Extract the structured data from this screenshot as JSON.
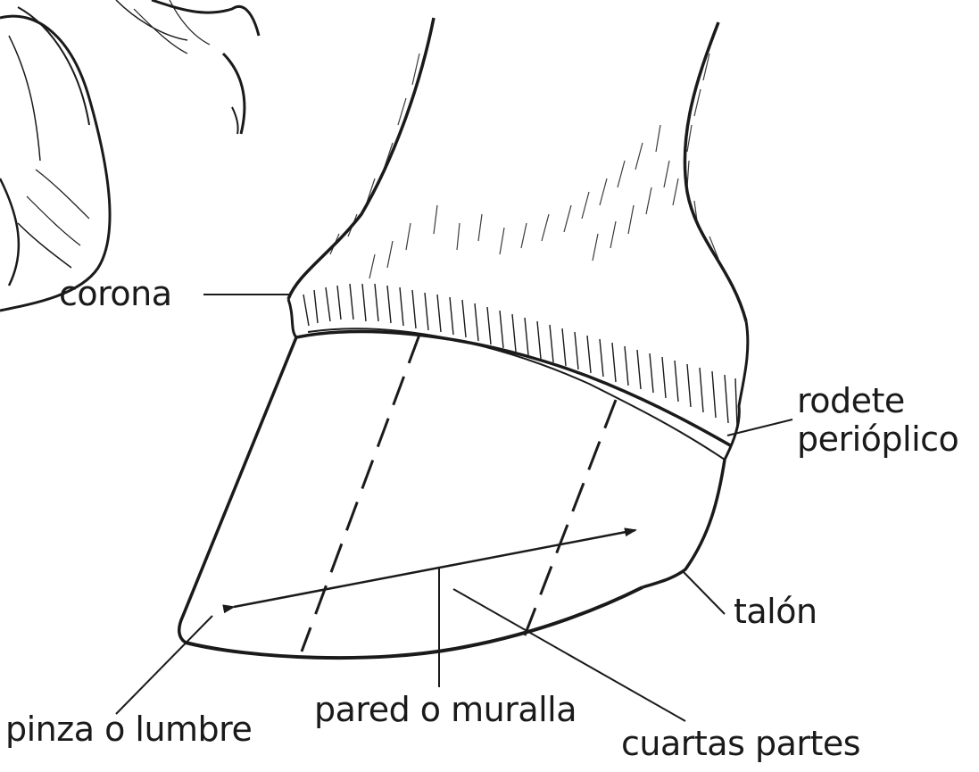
{
  "diagram": {
    "labels": {
      "corona": "corona",
      "rodete_line1": "rodete",
      "rodete_line2": "perióplico",
      "talon": "talón",
      "pinza": "pinza o lumbre",
      "pared": "pared o muralla",
      "cuartas": "cuartas partes"
    }
  },
  "colors": {
    "ink": "#1a1a1a",
    "background": "#ffffff"
  }
}
